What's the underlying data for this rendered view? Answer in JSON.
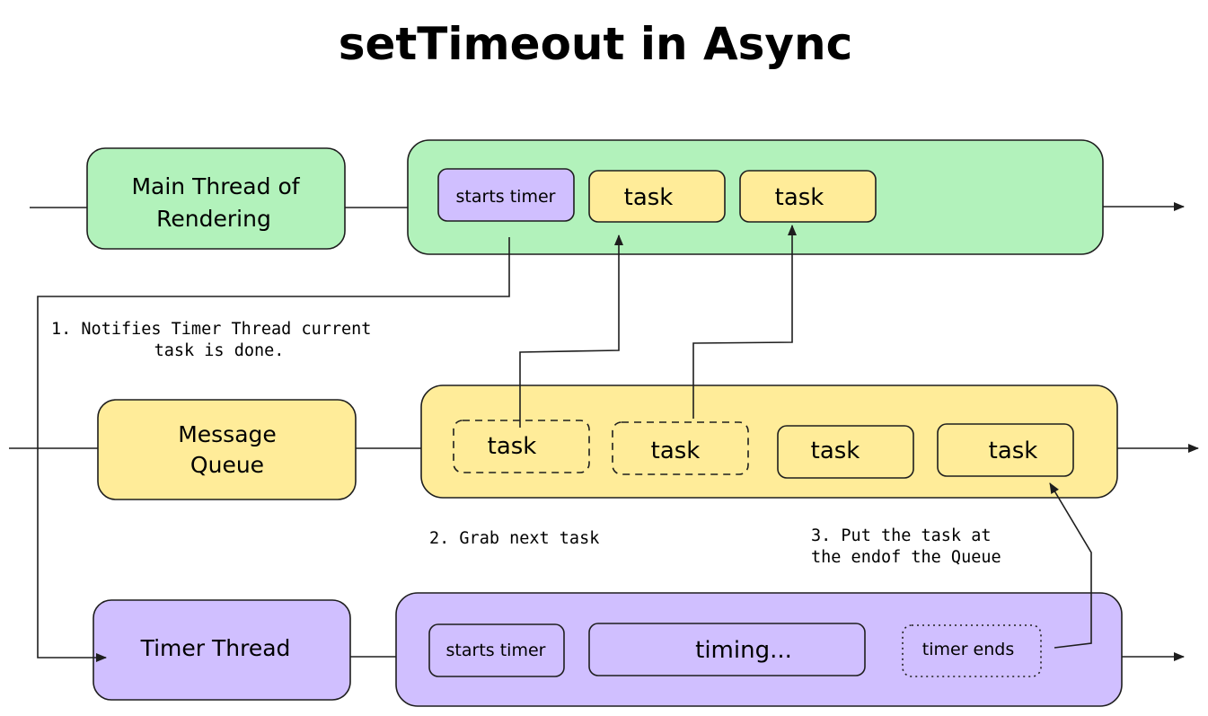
{
  "title": "setTimeout in Async",
  "colors": {
    "main_thread": "#b2f2bb",
    "message_queue": "#ffec99",
    "timer_thread": "#d0bfff",
    "stroke": "#1e1e1e"
  },
  "lanes": {
    "main": {
      "label_line1": "Main Thread of",
      "label_line2": "Rendering",
      "starts_timer": "starts timer",
      "task1": "task",
      "task2": "task"
    },
    "queue": {
      "label_line1": "Message",
      "label_line2": "Queue",
      "task1": "task",
      "task2": "task",
      "task3": "task",
      "task4": "task"
    },
    "timer": {
      "label": "Timer Thread",
      "starts_timer": "starts timer",
      "timing": "timing...",
      "timer_ends": "timer ends"
    }
  },
  "notes": {
    "note1_line1": "1. Notifies Timer Thread current",
    "note1_line2": "task is done.",
    "note2": "2. Grab next task",
    "note3_line1": "3. Put the task at",
    "note3_line2": "the endof the Queue"
  }
}
